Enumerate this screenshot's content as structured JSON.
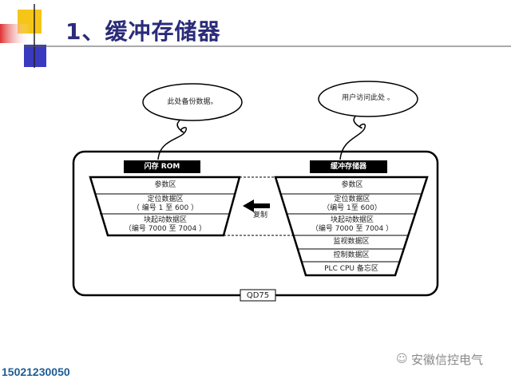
{
  "title": "1、缓冲存储器",
  "clouds": {
    "left": "此处备份数据。",
    "right": "用户访问此处 。"
  },
  "flash": {
    "label": "闪存 ROM",
    "rows": [
      [
        "参数区"
      ],
      [
        "定位数据区",
        "（ 编号 1 至 600 ）"
      ],
      [
        "块起动数据区",
        "（编号 7000 至 7004 ）"
      ]
    ]
  },
  "buffer": {
    "label": "缓冲存储器",
    "rows": [
      [
        "参数区"
      ],
      [
        "定位数据区",
        "（编号 1至 600）"
      ],
      [
        "块起动数据区",
        "（编号 7000 至 7004 ）"
      ],
      [
        "监视数据区"
      ],
      [
        "控制数据区"
      ],
      [
        "PLC CPU 备忘区"
      ]
    ]
  },
  "copy_label": "复制",
  "module_label": "QD75",
  "footer": {
    "phone": "15021230050",
    "brand": "安徽信控电气"
  },
  "colors": {
    "title": "#2b2b7a",
    "phone": "#1d5c94"
  }
}
